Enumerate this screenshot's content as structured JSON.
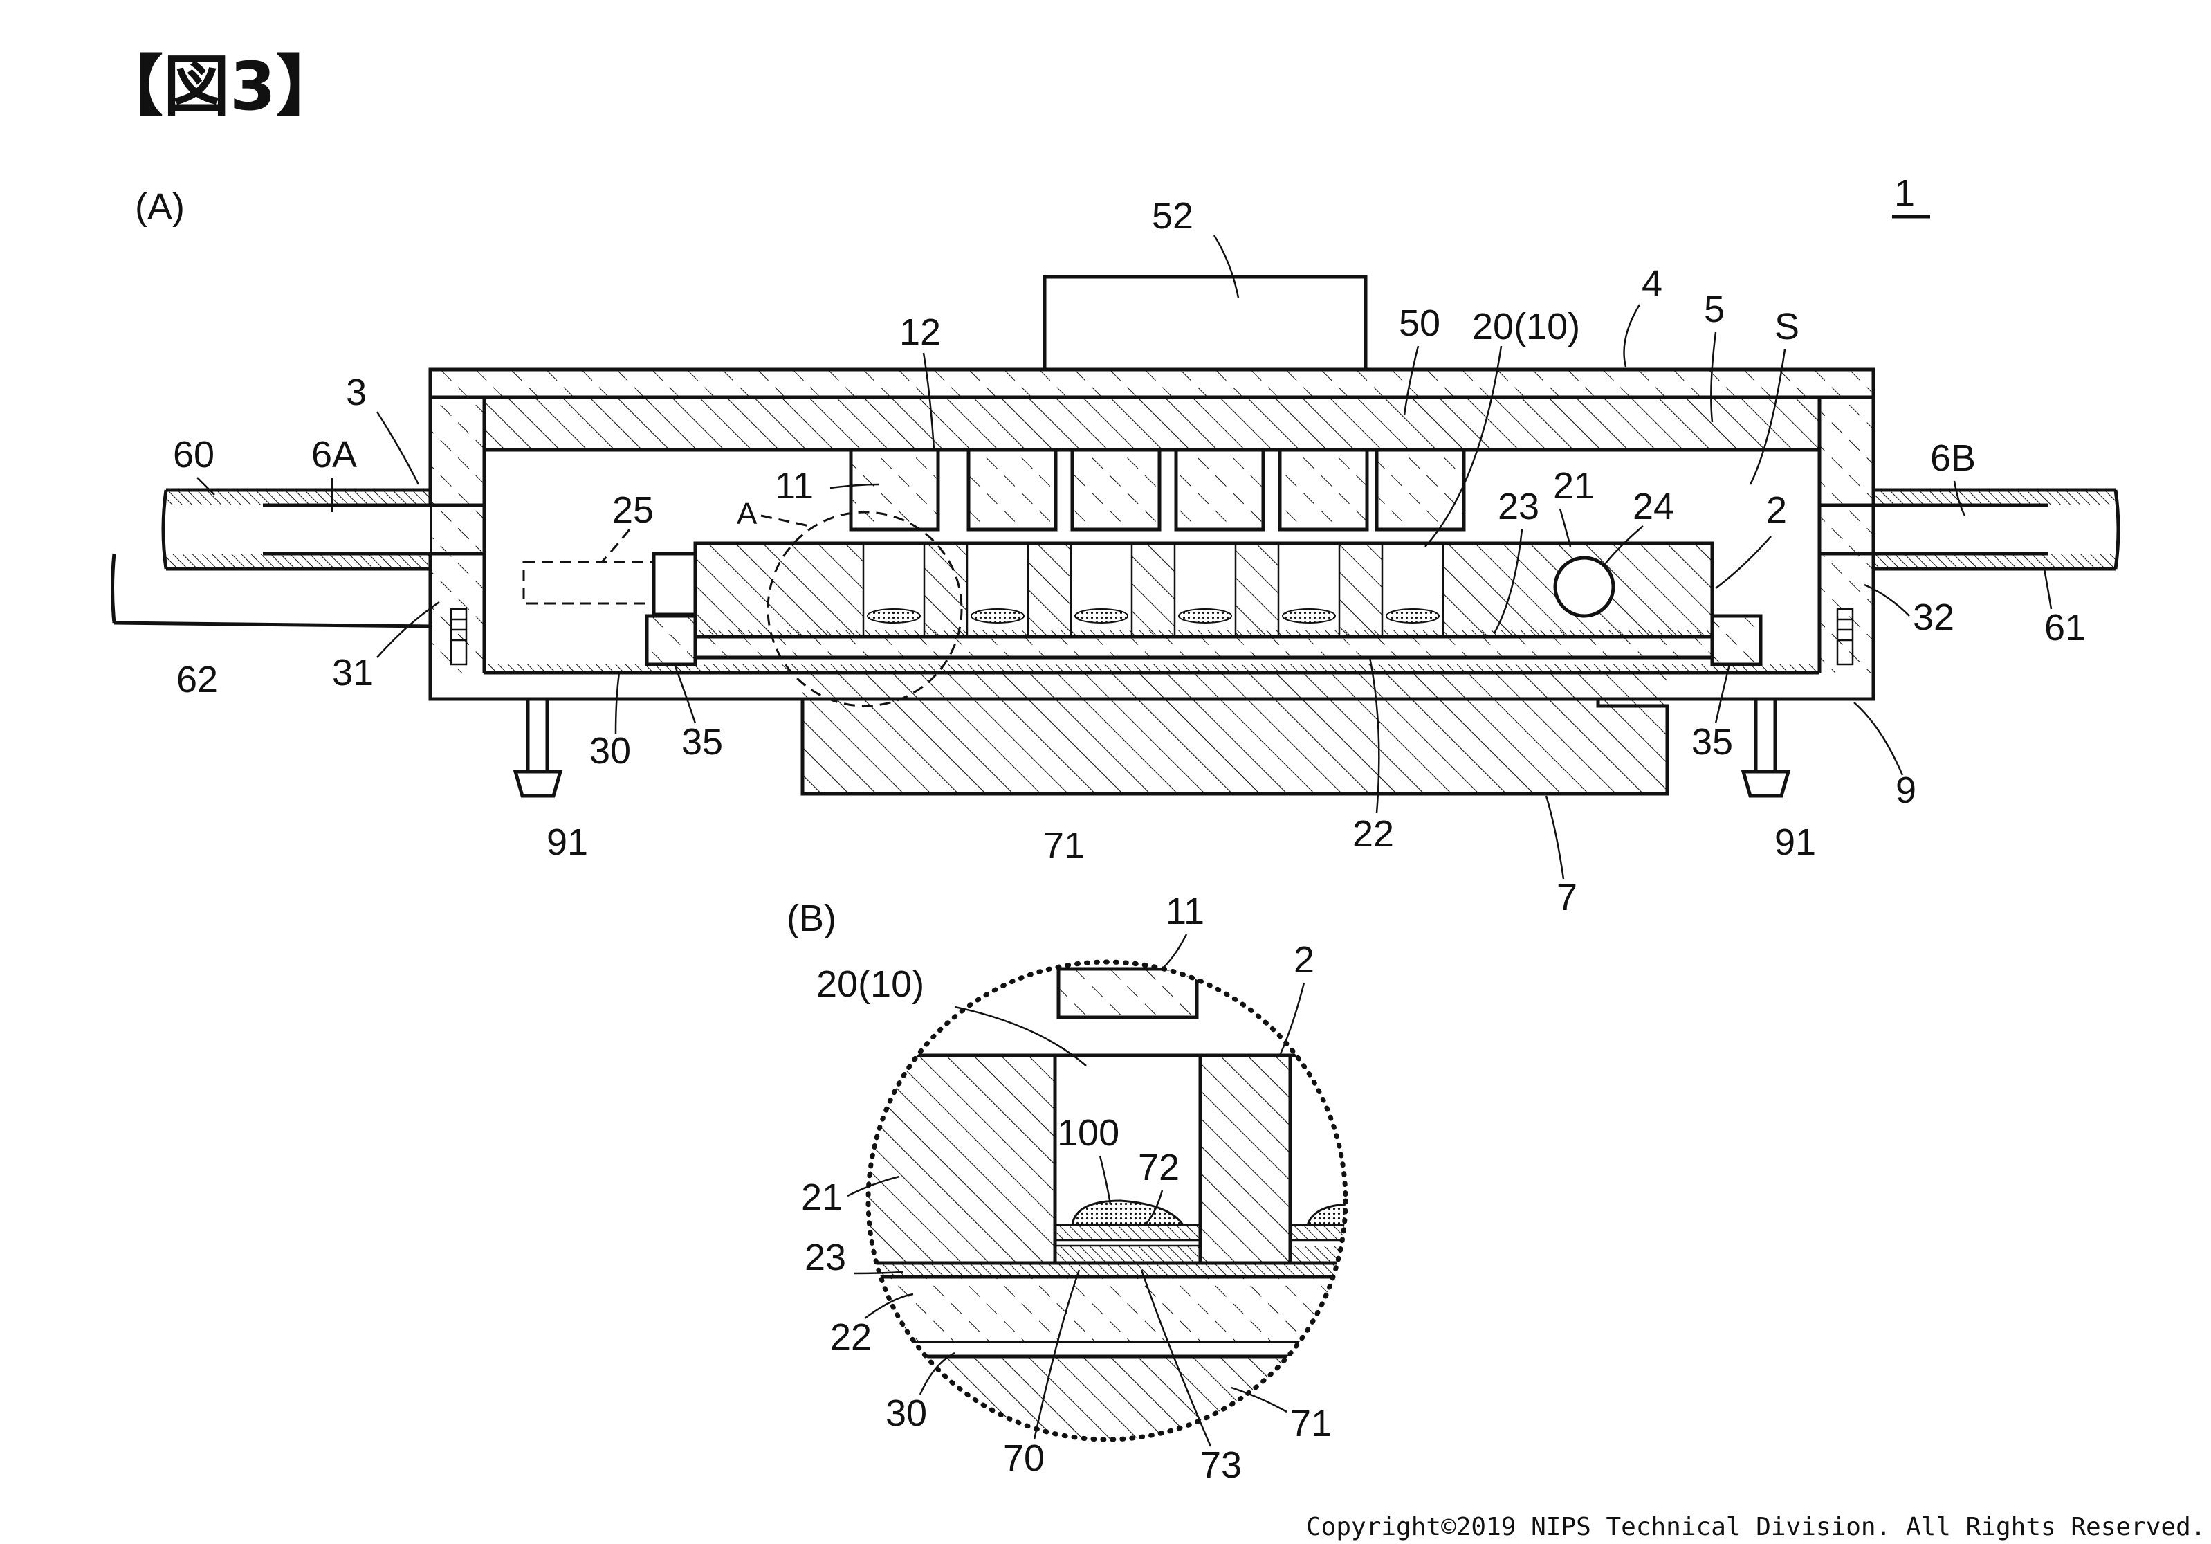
{
  "figure": {
    "title": "【図3】",
    "reference_numeral": "1",
    "copyright": "Copyright©2019 NIPS Technical Division. All Rights Reserved."
  },
  "panels": [
    {
      "id": "A",
      "label": "(A)"
    },
    {
      "id": "B",
      "label": "(B)"
    }
  ],
  "labels_a": {
    "n52": "52",
    "n12": "12",
    "n50": "50",
    "n20_10": "20(10)",
    "n4": "4",
    "n5": "5",
    "nS": "S",
    "n3": "3",
    "n60": "60",
    "n6A": "6A",
    "n11": "11",
    "n25": "25",
    "nA": "A",
    "n23": "23",
    "n21": "21",
    "n24": "24",
    "n2": "2",
    "n6B": "6B",
    "n32": "32",
    "n61": "61",
    "n62": "62",
    "n31": "31",
    "n30": "30",
    "n35_left": "35",
    "n35_right": "35",
    "n9": "9",
    "n91_left": "91",
    "n91_right": "91",
    "n71": "71",
    "n22": "22",
    "n7": "7"
  },
  "labels_b": {
    "n11": "11",
    "n2": "2",
    "n20_10": "20(10)",
    "n100": "100",
    "n72": "72",
    "n21": "21",
    "n23": "23",
    "n22": "22",
    "n30": "30",
    "n71": "71",
    "n70": "70",
    "n73": "73"
  },
  "style": {
    "line_color": "#111111",
    "background": "#ffffff"
  }
}
